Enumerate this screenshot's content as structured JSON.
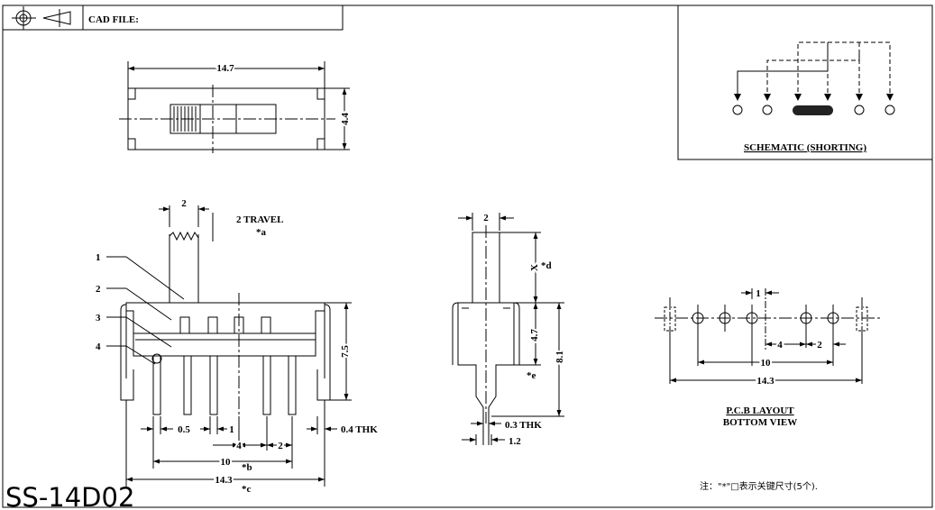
{
  "title_block": {
    "cad_label": "CAD FILE:",
    "part_number": "SS-14D02"
  },
  "schematic": {
    "caption": "SCHEMATIC (SHORTING)"
  },
  "top_view": {
    "dim_length": "14.7",
    "dim_width": "4.4"
  },
  "front_view": {
    "dim_actuator": "2",
    "travel": "2 TRAVEL",
    "travel_note": "*a",
    "callouts": [
      "1",
      "2",
      "3",
      "4"
    ],
    "dim_height": "7.5",
    "dim_pin_width": "0.5",
    "dim_pin_gap": "1",
    "dim_pitch_4": "4",
    "dim_pitch_2": "2",
    "dim_thk": "0.4 THK",
    "dim_10": "10",
    "dim_10_note": "*b",
    "dim_14_3": "14.3",
    "dim_14_3_note": "*c"
  },
  "side_view": {
    "dim_width": "2",
    "dim_x": "X",
    "dim_x_note": "*d",
    "dim_4_7": "4.7",
    "dim_e": "*e",
    "dim_8_1": "8.1",
    "dim_thk": "0.3 THK",
    "dim_1_2": "1.2"
  },
  "pcb_layout": {
    "dim_1": "1",
    "dim_4": "4",
    "dim_2": "2",
    "dim_10": "10",
    "dim_14_3": "14.3",
    "caption_1": "P.C.B LAYOUT",
    "caption_2": "BOTTOM VIEW"
  },
  "footnote": "注：\"*\"□表示关键尺寸(5个)."
}
